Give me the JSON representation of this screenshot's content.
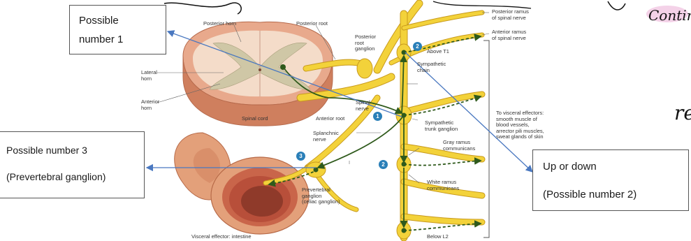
{
  "handwriting": {
    "top_fragment": "Contin",
    "right_fragment": "re"
  },
  "annotation_boxes": {
    "box1": {
      "line1": "Possible",
      "line2": "number 1"
    },
    "box2": {
      "line1": "Up or down",
      "line2": "(Possible number 2)"
    },
    "box3": {
      "line1": "Possible number 3",
      "line2": "(Prevertebral ganglion)"
    }
  },
  "labels": {
    "posterior_horn": "Posterior horn",
    "posterior_root": "Posterior root",
    "posterior_root_ganglion": "Posterior\nroot\nganglion",
    "lateral_horn": "Lateral\nhorn",
    "anterior_horn": "Anterior\nhorn",
    "spinal_cord": "Spinal cord",
    "anterior_root": "Anterior root",
    "spinal_nerve": "Spinal\nnerve",
    "splanchnic_nerve": "Splanchnic\nnerve",
    "posterior_ramus": "Posterior ramus\nof spinal nerve",
    "anterior_ramus": "Anterior ramus\nof spinal nerve",
    "above_t1": "Above T1",
    "sympathetic_chain": "Sympathetic\nchain",
    "sympathetic_trunk_ganglion": "Sympathetic\ntrunk ganglion",
    "gray_ramus": "Gray ramus\ncommunicans",
    "white_ramus": "White ramus\ncommunicans",
    "prevertebral_ganglion": "Prevertebral\nganglion\n(celiac ganglion)",
    "visceral_effector_intestine": "Visceral effector: intestine",
    "below_l2": "Below L2",
    "to_visceral_effectors": "To visceral effectors:\nsmooth muscle of\nblood vessels,\narrector pili muscles,\nsweat glands of skin"
  },
  "badges": {
    "b1": "1",
    "b2a": "2",
    "b2b": "2",
    "b3": "3"
  },
  "colors": {
    "nerve_yellow": "#f3d23a",
    "nerve_outline": "#c89a1c",
    "cord_pink": "#e8a98c",
    "cord_inner": "#f4dcc9",
    "gray_matter": "#cfc7a6",
    "intestine": "#e3a07a",
    "intestine_inner": "#b84f3a",
    "neuron_green": "#2f5a1c",
    "arrow_blue": "#4a78c0",
    "badge_blue": "#2a7fb8"
  }
}
